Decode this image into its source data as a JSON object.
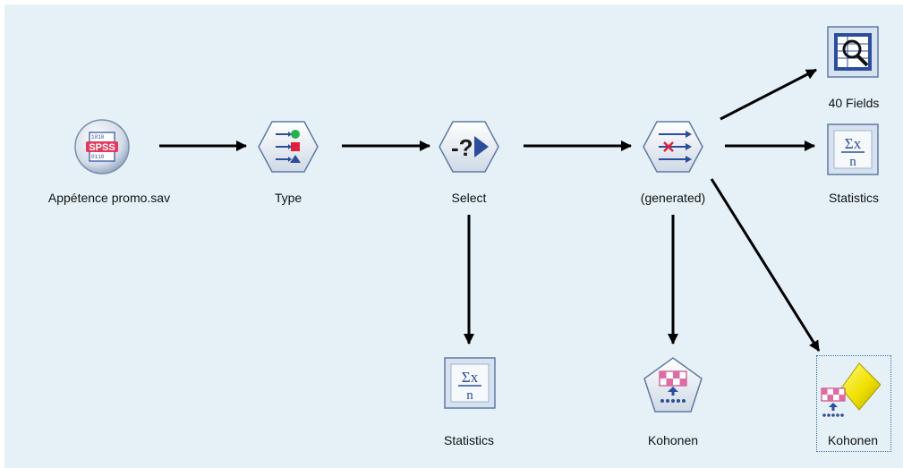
{
  "nodes": {
    "source": {
      "label": "Appétence promo.sav",
      "icon": "spss-source-icon",
      "text": "SPSS"
    },
    "type": {
      "label": "Type",
      "icon": "type-node-icon"
    },
    "select": {
      "label": "Select",
      "icon": "select-node-icon"
    },
    "filter": {
      "label": "(generated)",
      "icon": "filter-node-icon"
    },
    "table": {
      "label": "40 Fields",
      "icon": "table-output-icon"
    },
    "stats_top": {
      "label": "Statistics",
      "icon": "statistics-node-icon",
      "sym_top": "Σx",
      "sym_bot": "n"
    },
    "stats_bottom": {
      "label": "Statistics",
      "icon": "statistics-node-icon",
      "sym_top": "Σx",
      "sym_bot": "n"
    },
    "kohonen_modeler": {
      "label": "Kohonen",
      "icon": "kohonen-modeler-icon"
    },
    "kohonen_nugget": {
      "label": "Kohonen",
      "icon": "kohonen-nugget-icon"
    }
  },
  "colors": {
    "canvas": "#e5f1f6",
    "arrow": "#000000",
    "icon_blue": "#2b4d9b",
    "nugget_yellow": "#f0e000"
  }
}
